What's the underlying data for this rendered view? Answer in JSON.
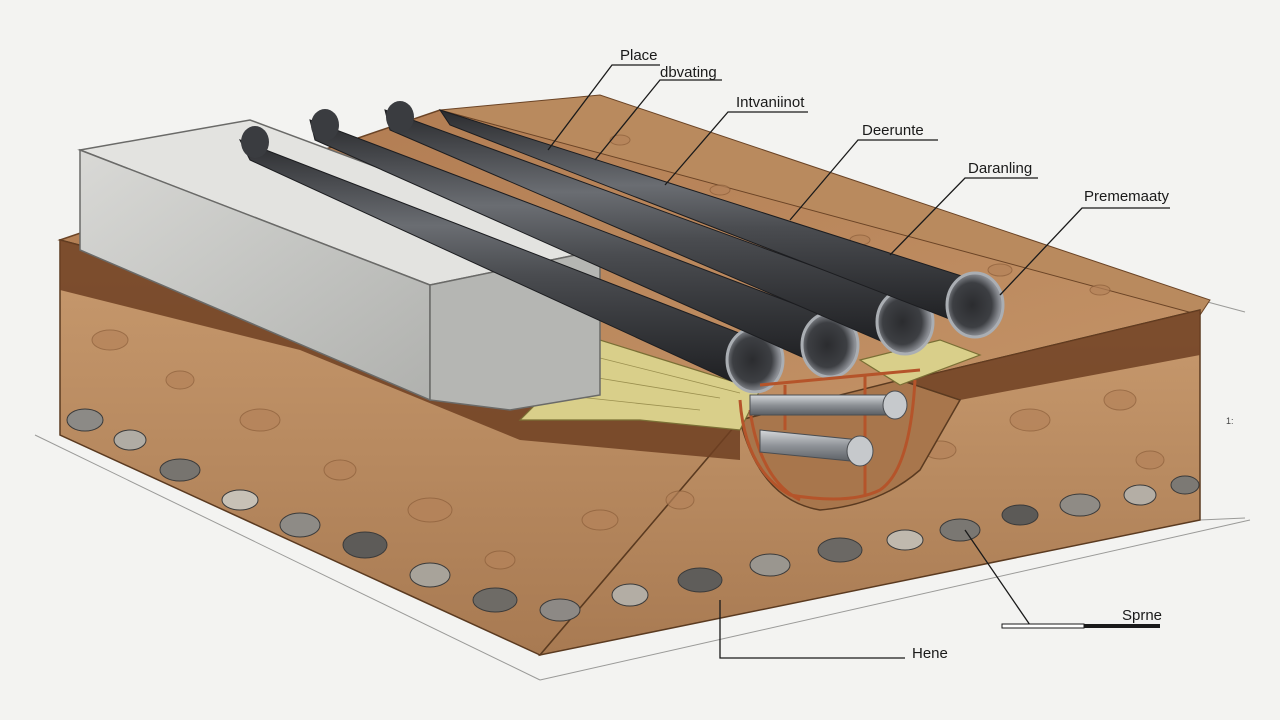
{
  "callouts": [
    {
      "text": "Place"
    },
    {
      "text": "dbvating"
    },
    {
      "text": "Intvaniinot"
    },
    {
      "text": "Deerunte"
    },
    {
      "text": "Daranling"
    },
    {
      "text": "Prememaaty"
    },
    {
      "text": "Sprne"
    },
    {
      "text": "Hene"
    }
  ],
  "dimension_marker": "1:"
}
